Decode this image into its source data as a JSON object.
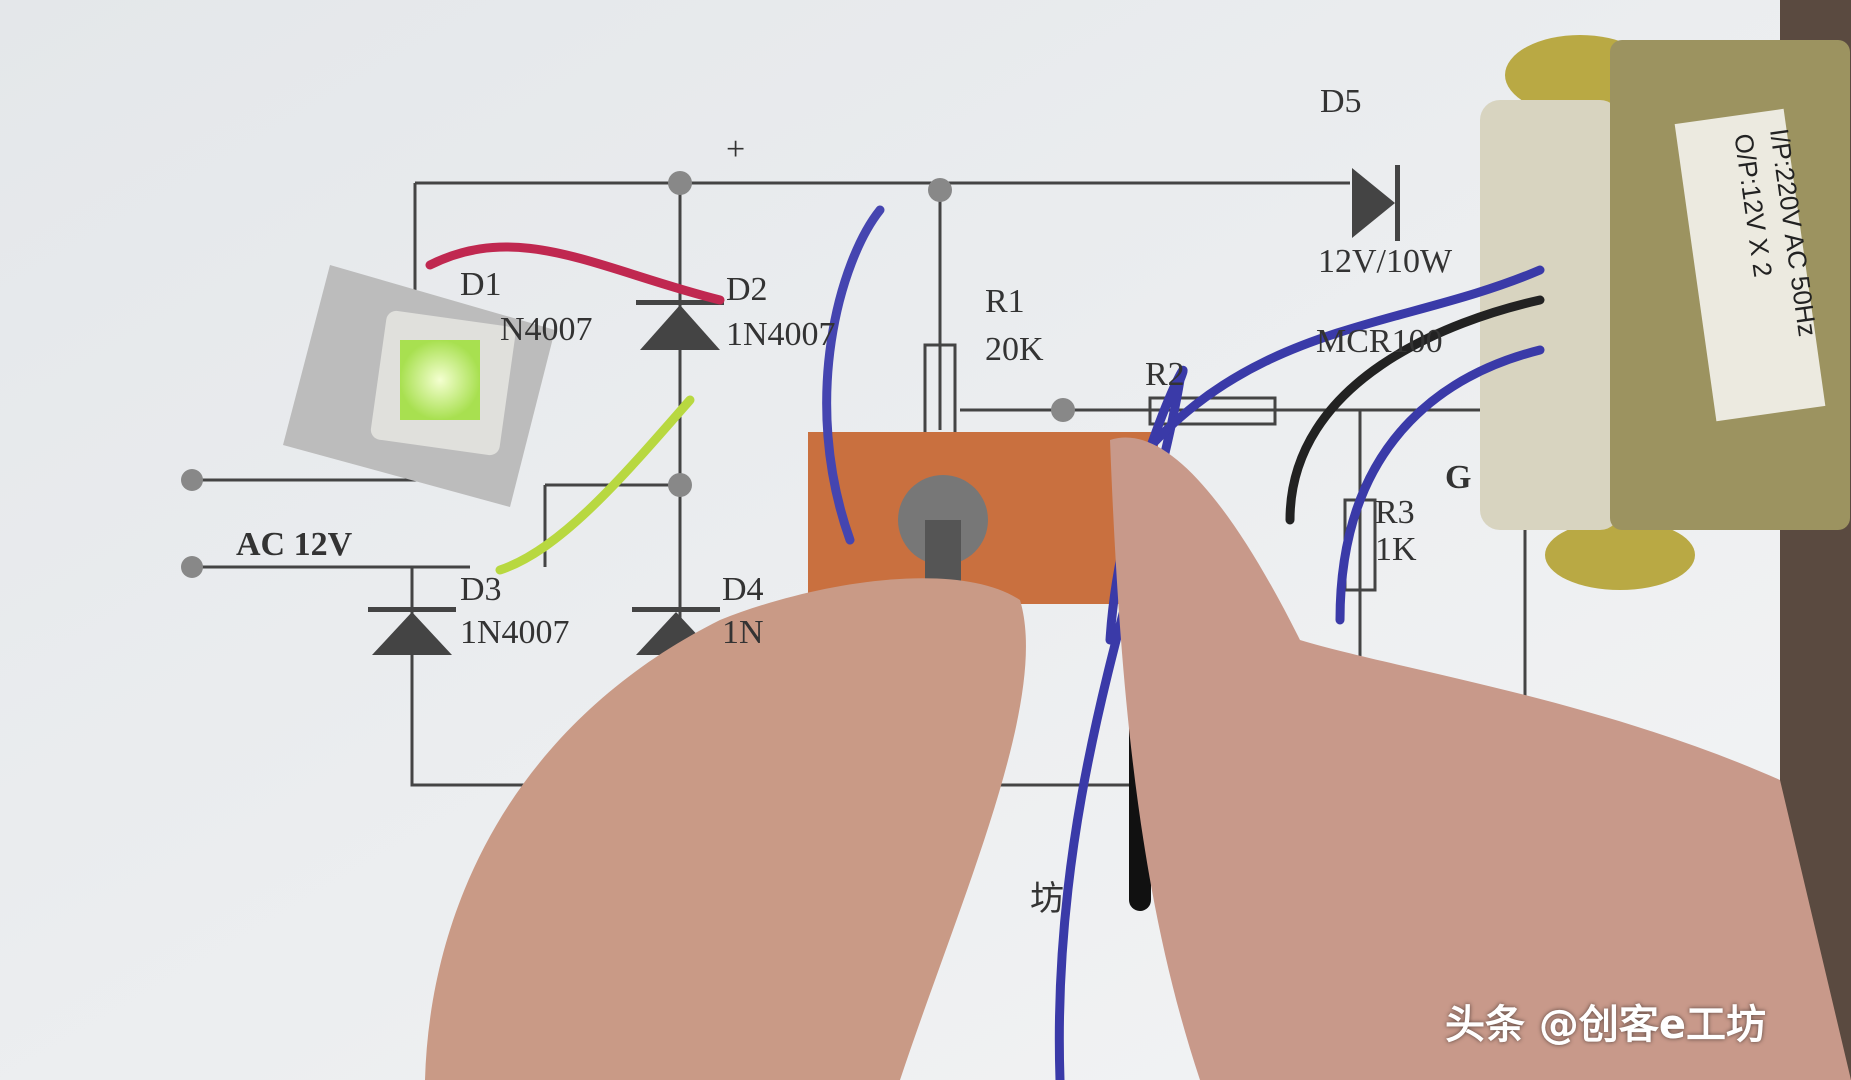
{
  "schematic": {
    "plus_sign": "+",
    "ac_label": "AC 12V",
    "d1": {
      "name": "D1",
      "part": "N4007"
    },
    "d2": {
      "name": "D2",
      "part": "1N4007"
    },
    "d3": {
      "name": "D3",
      "part": "1N4007"
    },
    "d4": {
      "name": "D4",
      "part": "1N"
    },
    "d5": {
      "name": "D5",
      "rating": "12V/10W"
    },
    "r1": {
      "name": "R1",
      "value": "20K"
    },
    "r2": {
      "name": "R2"
    },
    "r3": {
      "name": "R3",
      "value": "1K"
    },
    "scr": {
      "name": "MCR100"
    },
    "g_label": "G",
    "bottom_char": "坊"
  },
  "transformer_label": {
    "line1": "I/P:220V AC 50Hz",
    "line2": "O/P:12V X 2"
  },
  "watermark": "头条 @创客e工坊",
  "colors": {
    "paper": "#eef0f2",
    "pcb": "#c9703f",
    "wire_blue": "#3a3aa8",
    "skin": "#c99a86",
    "transformer": "#9c9360",
    "led_glow": "#d8ff8a"
  }
}
